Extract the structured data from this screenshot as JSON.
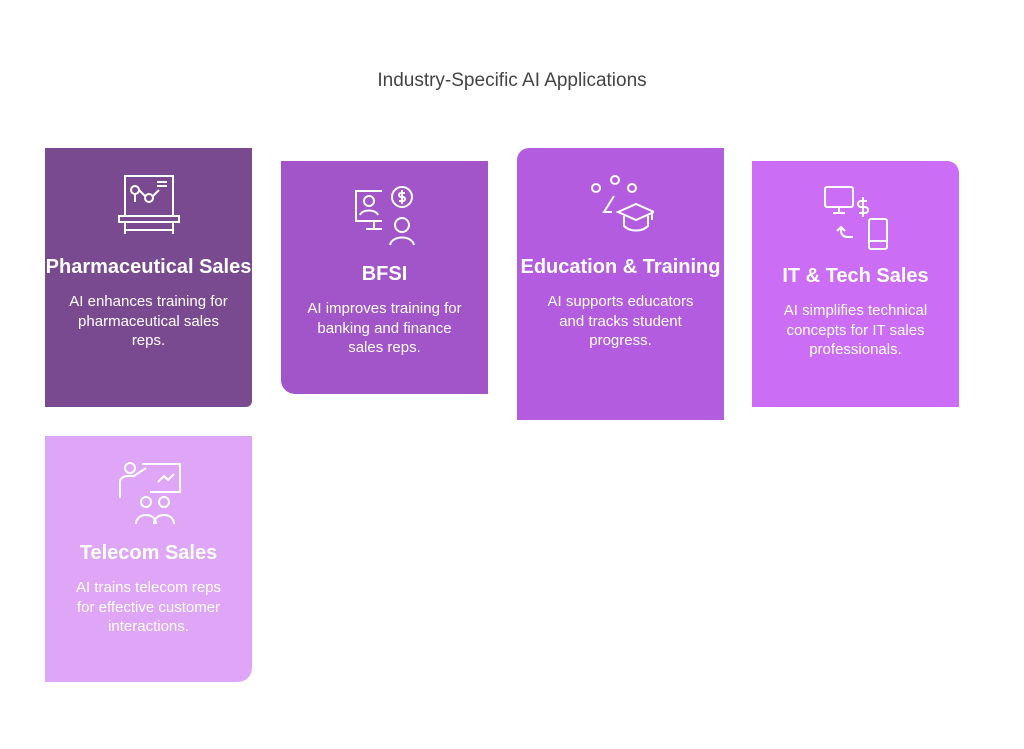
{
  "title": "Industry-Specific AI Applications",
  "cards": [
    {
      "heading": "Pharmaceutical Sales",
      "text": "AI enhances training for pharmaceutical sales reps.",
      "icon": "lab-board-icon",
      "color": "#7a4a91"
    },
    {
      "heading": "BFSI",
      "text": "AI improves training for banking and finance sales reps.",
      "icon": "finance-training-icon",
      "color": "#a155c8"
    },
    {
      "heading": "Education & Training",
      "text": "AI supports educators and tracks student progress.",
      "icon": "graduation-icon",
      "color": "#b45ce0"
    },
    {
      "heading": "IT & Tech Sales",
      "text": "AI simplifies technical concepts for IT sales professionals.",
      "icon": "tech-sales-icon",
      "color": "#cb6ef5"
    },
    {
      "heading": "Telecom Sales",
      "text": "AI trains telecom reps for effective customer interactions.",
      "icon": "presentation-icon",
      "color": "#dfa6f8"
    }
  ]
}
